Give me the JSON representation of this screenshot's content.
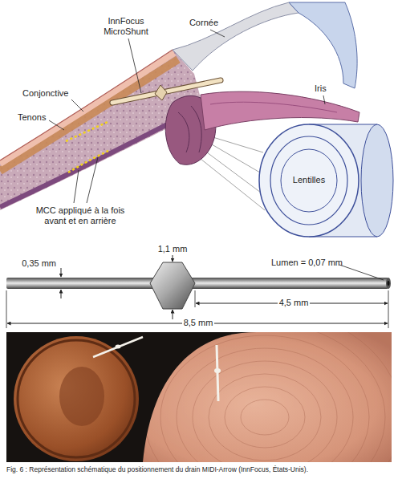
{
  "diagram": {
    "caption": "Fig. 6 : Représentation schématique du positionnement du drain MIDI-Arrow (InnFocus, États-Unis).",
    "labels": [
      "InnFocus MicroShunt",
      "Cornée",
      "Conjonctive",
      "Tenons",
      "Iris",
      "MCC appliqué à la fois avant et en arrière",
      "Lentilles",
      "1,1 mm",
      "0,35 mm",
      "Lumen = 0,07 mm",
      "4,5 mm",
      "8,5 mm"
    ]
  }
}
